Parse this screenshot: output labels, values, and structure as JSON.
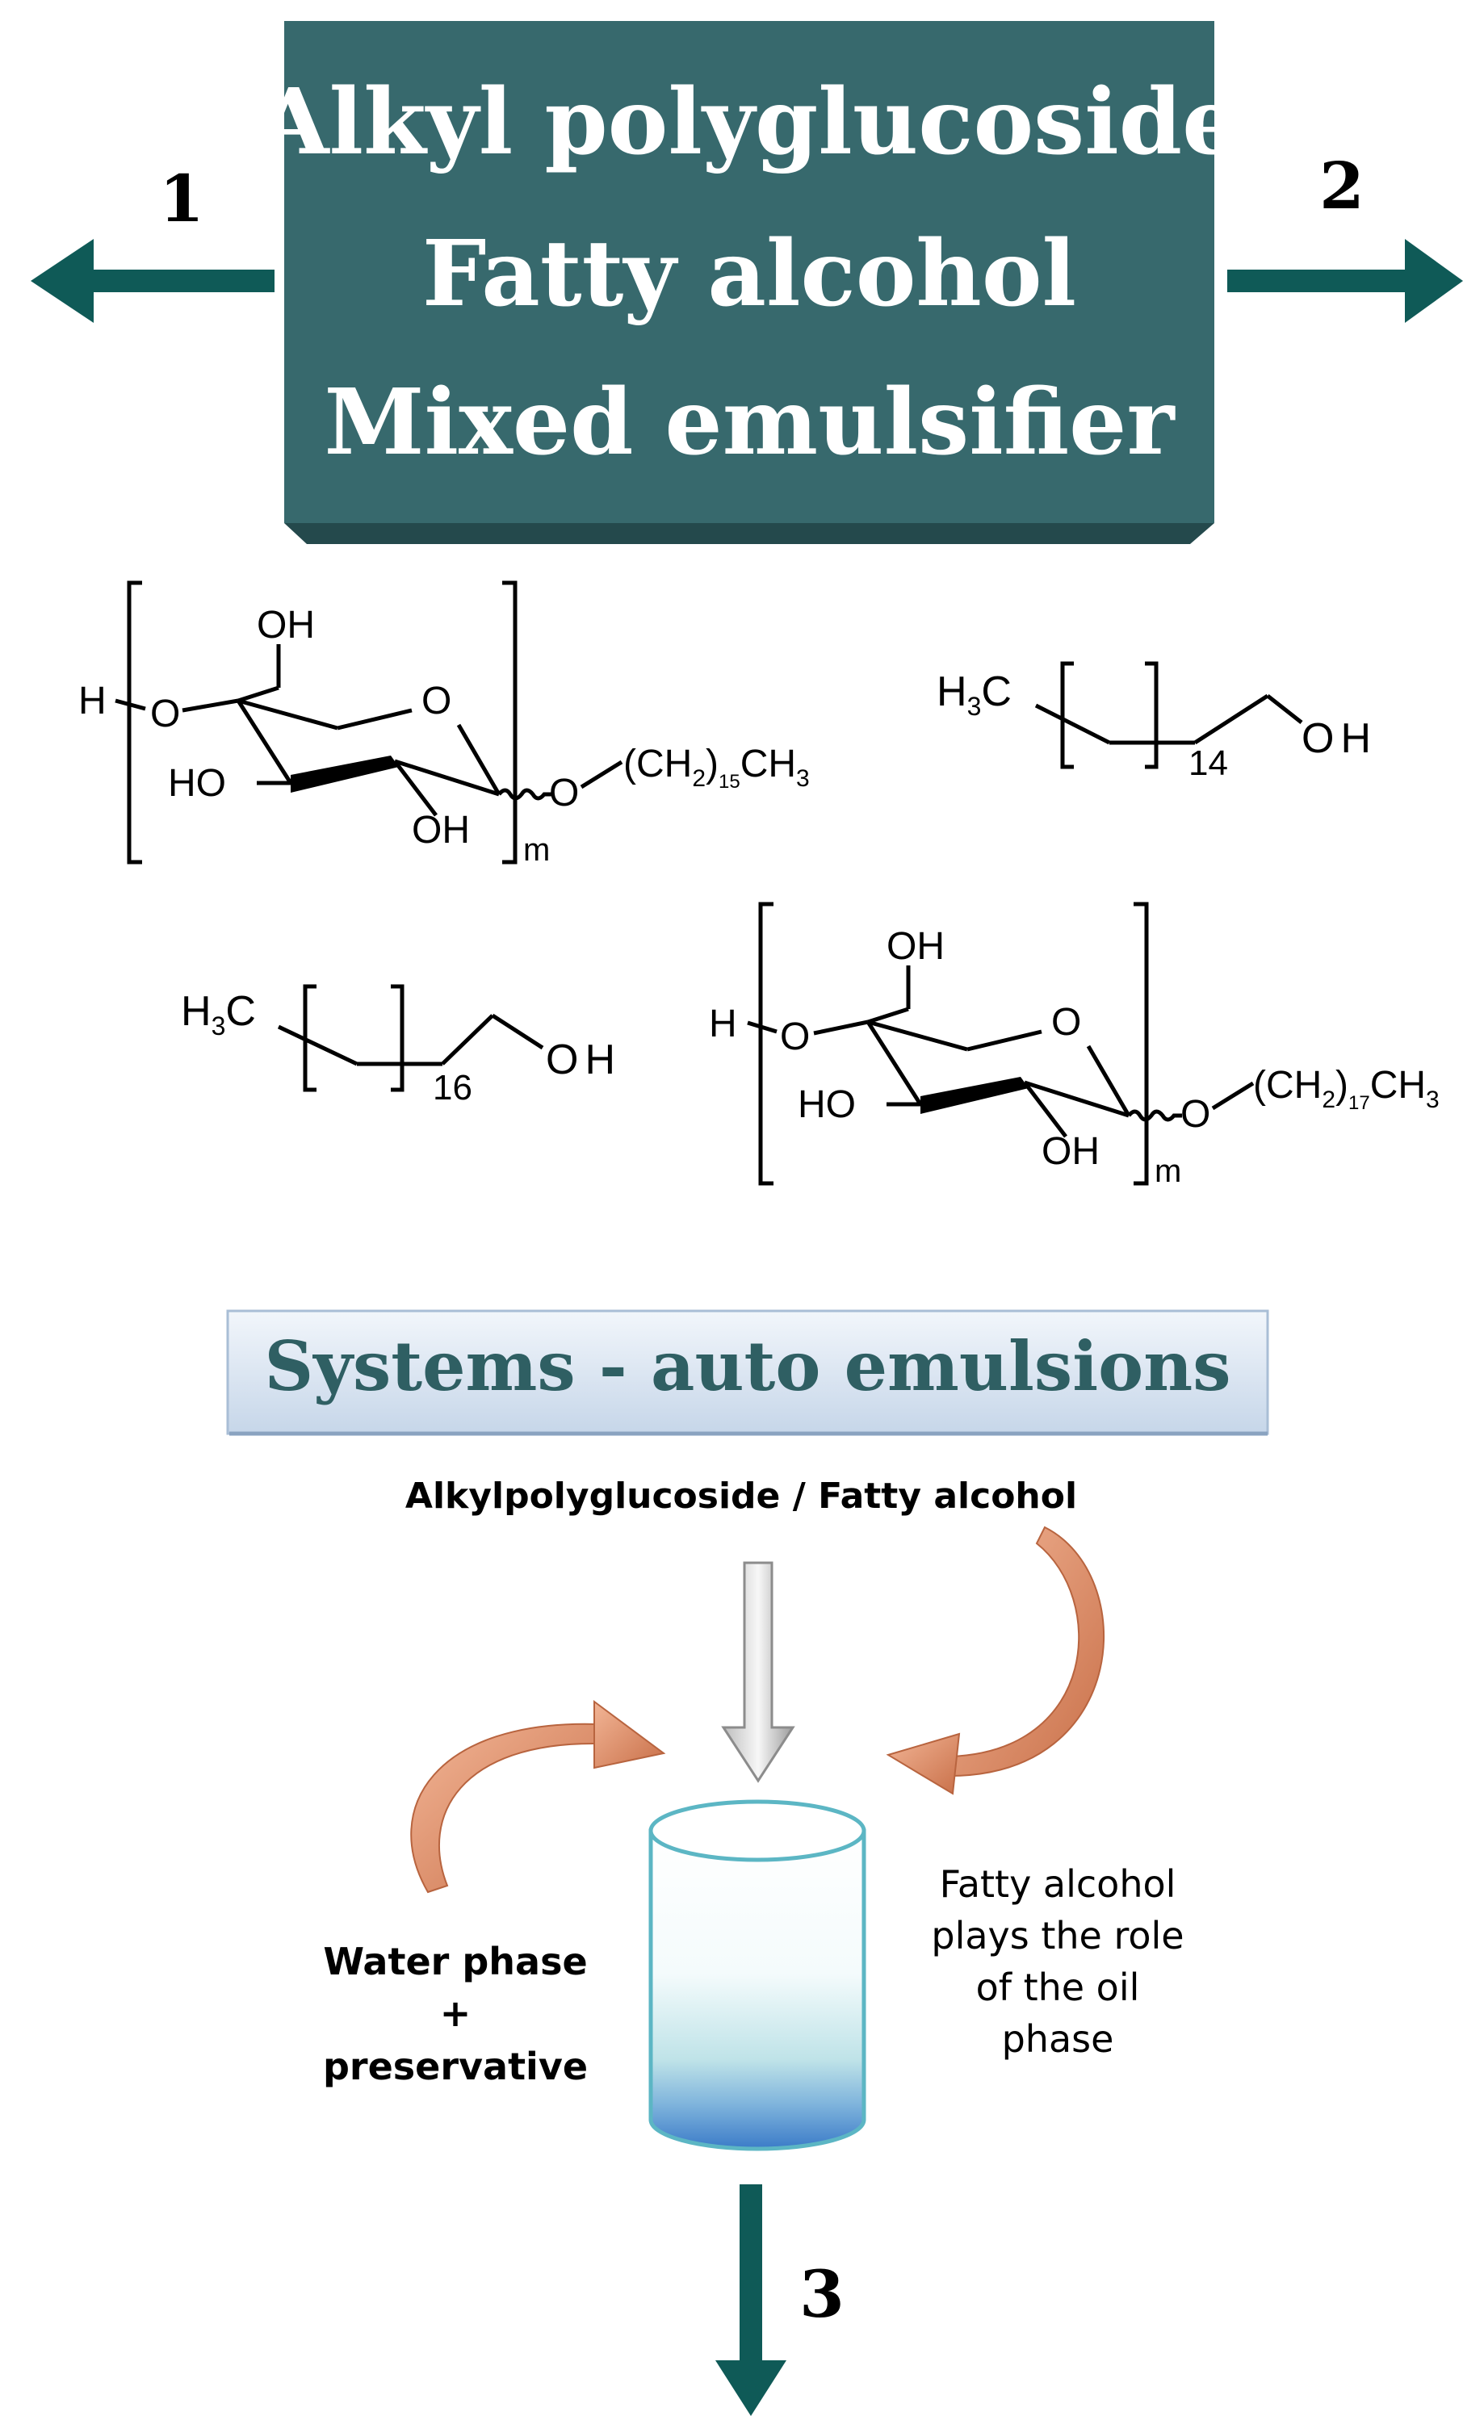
{
  "title_box": {
    "lines": [
      "Alkyl polyglucoside",
      "Fatty alcohol",
      "Mixed emulsifier"
    ]
  },
  "arrows": {
    "left_number": "1",
    "right_number": "2",
    "bottom_number": "3"
  },
  "structures": {
    "apg_c16": {
      "oh_top": "OH",
      "h_left": "H",
      "o_left": "O",
      "o_ring": "O",
      "ho": "HO",
      "oh_bottom": "OH",
      "o_glycosidic": "O",
      "chain": "(CH",
      "chain_sub2": "2",
      "chain_paren": ")",
      "chain_n": "15",
      "chain_end": "CH",
      "chain_end_sub": "3",
      "repeat": "m"
    },
    "c16_alcohol": {
      "h3c": "H",
      "h3c_sub": "3",
      "h3c_c": "C",
      "n": "14",
      "oh": "OH"
    },
    "c18_alcohol": {
      "h3c": "H",
      "h3c_sub": "3",
      "h3c_c": "C",
      "n": "16",
      "oh": "OH"
    },
    "apg_c18": {
      "oh_top": "OH",
      "h_left": "H",
      "o_left": "O",
      "o_ring": "O",
      "ho": "HO",
      "oh_bottom": "OH",
      "o_glycosidic": "O",
      "chain": "(CH",
      "chain_sub2": "2",
      "chain_paren": ")",
      "chain_n": "17",
      "chain_end": "CH",
      "chain_end_sub": "3",
      "repeat": "m"
    }
  },
  "systems": {
    "title": "Systems - auto emulsions",
    "subtitle": "Alkylpolyglucoside / Fatty alcohol",
    "water_phase": [
      "Water phase",
      "+",
      "preservative"
    ],
    "oil_phase": [
      "Fatty alcohol",
      "plays the role",
      "of the oil",
      "phase"
    ]
  },
  "colors": {
    "teal_box": "#37696d",
    "teal_arrow": "#0f5a57",
    "copper_arrow": "#d98a63",
    "banner_top": "#eef3f9",
    "banner_bottom": "#c9d8ea"
  }
}
